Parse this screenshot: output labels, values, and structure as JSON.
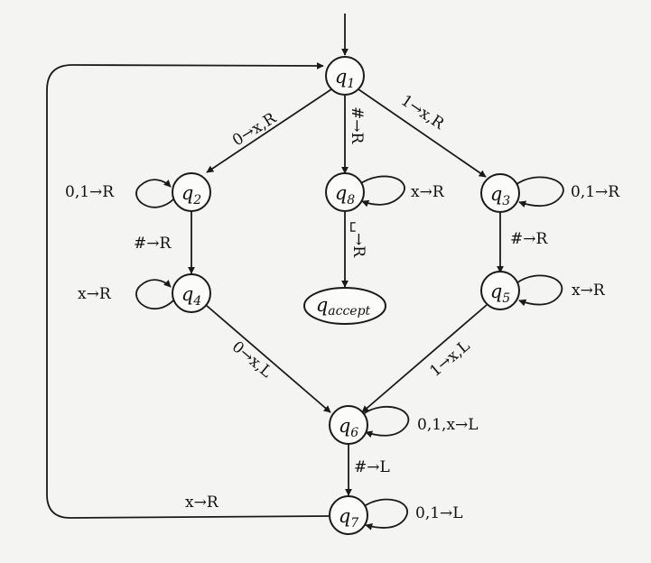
{
  "states": [
    {
      "id": "q1",
      "letter": "q",
      "sub": "1"
    },
    {
      "id": "q2",
      "letter": "q",
      "sub": "2"
    },
    {
      "id": "q3",
      "letter": "q",
      "sub": "3"
    },
    {
      "id": "q4",
      "letter": "q",
      "sub": "4"
    },
    {
      "id": "q5",
      "letter": "q",
      "sub": "5"
    },
    {
      "id": "q6",
      "letter": "q",
      "sub": "6"
    },
    {
      "id": "q7",
      "letter": "q",
      "sub": "7"
    },
    {
      "id": "q8",
      "letter": "q",
      "sub": "8"
    },
    {
      "id": "qaccept",
      "letter": "q",
      "sub": "accept"
    }
  ],
  "start_state": "q1",
  "transitions": [
    {
      "from": "q1",
      "to": "q2",
      "label": "0→x,R"
    },
    {
      "from": "q1",
      "to": "q8",
      "label": "#→R"
    },
    {
      "from": "q1",
      "to": "q3",
      "label": "1→x,R"
    },
    {
      "from": "q2",
      "to": "q2",
      "label": "0,1→R"
    },
    {
      "from": "q8",
      "to": "q8",
      "label": "x→R"
    },
    {
      "from": "q3",
      "to": "q3",
      "label": "0,1→R"
    },
    {
      "from": "q2",
      "to": "q4",
      "label": "#→R"
    },
    {
      "from": "q8",
      "to": "qaccept",
      "label": "␣→R"
    },
    {
      "from": "q3",
      "to": "q5",
      "label": "#→R"
    },
    {
      "from": "q4",
      "to": "q4",
      "label": "x→R"
    },
    {
      "from": "q5",
      "to": "q5",
      "label": "x→R"
    },
    {
      "from": "q4",
      "to": "q6",
      "label": "0→x,L"
    },
    {
      "from": "q5",
      "to": "q6",
      "label": "1→x,L"
    },
    {
      "from": "q6",
      "to": "q6",
      "label": "0,1,x→L"
    },
    {
      "from": "q6",
      "to": "q7",
      "label": "#→L"
    },
    {
      "from": "q7",
      "to": "q7",
      "label": "0,1→L"
    },
    {
      "from": "q7",
      "to": "q1",
      "label": "x→R"
    }
  ]
}
